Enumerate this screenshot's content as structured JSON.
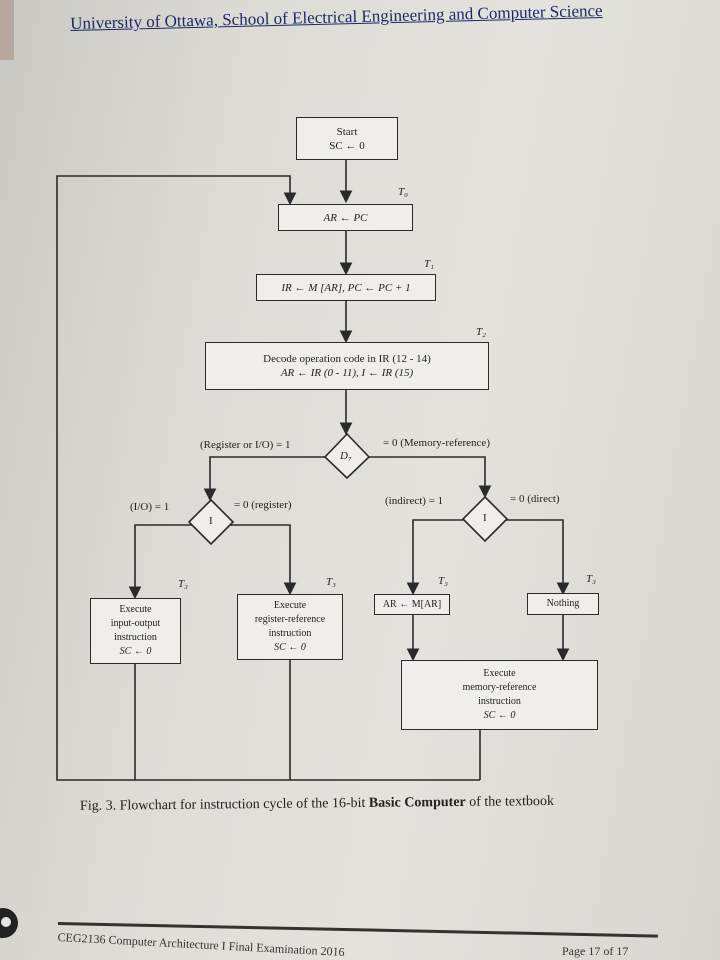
{
  "header": "University of Ottawa, School of Electrical Engineering and Computer Science",
  "flowchart": {
    "start": {
      "line1": "Start",
      "line2": "SC ← 0"
    },
    "fetch1": {
      "text": "AR ← PC",
      "timing": "T₀"
    },
    "fetch2": {
      "text": "IR ← M [AR], PC ← PC + 1",
      "timing": "T₁"
    },
    "decode": {
      "line1": "Decode operation code in IR (12 - 14)",
      "line2": "AR ← IR (0 - 11), I ← IR (15)",
      "timing": "T₂"
    },
    "d7_decision": {
      "label": "D₇",
      "left_label": "(Register or I/O) = 1",
      "right_label": "= 0 (Memory-reference)"
    },
    "i_left_decision": {
      "label": "I",
      "left_label": "(I/O) = 1",
      "right_label": "= 0 (register)"
    },
    "i_right_decision": {
      "label": "I",
      "left_label": "(indirect) = 1",
      "right_label": "= 0 (direct)"
    },
    "exec_io": {
      "lines": [
        "Execute",
        "input-output",
        "instruction",
        "SC ← 0"
      ],
      "timing": "T₃"
    },
    "exec_reg": {
      "lines": [
        "Execute",
        "register-reference",
        "instruction",
        "SC ← 0"
      ],
      "timing": "T₃"
    },
    "indirect": {
      "text": "AR ← M[AR]",
      "timing": "T₃"
    },
    "nothing": {
      "text": "Nothing",
      "timing": "T₃"
    },
    "exec_mem": {
      "lines": [
        "Execute",
        "memory-reference",
        "instruction",
        "SC ← 0"
      ]
    }
  },
  "caption": {
    "prefix": "Fig. 3.",
    "text_before": " Flowchart for instruction cycle of the 16-bit ",
    "bold": "Basic Computer",
    "text_after": " of the textbook"
  },
  "footer": {
    "course": "CEG2136 Computer Architecture I   Final Examination 2016",
    "page": "Page 17 of 17"
  }
}
